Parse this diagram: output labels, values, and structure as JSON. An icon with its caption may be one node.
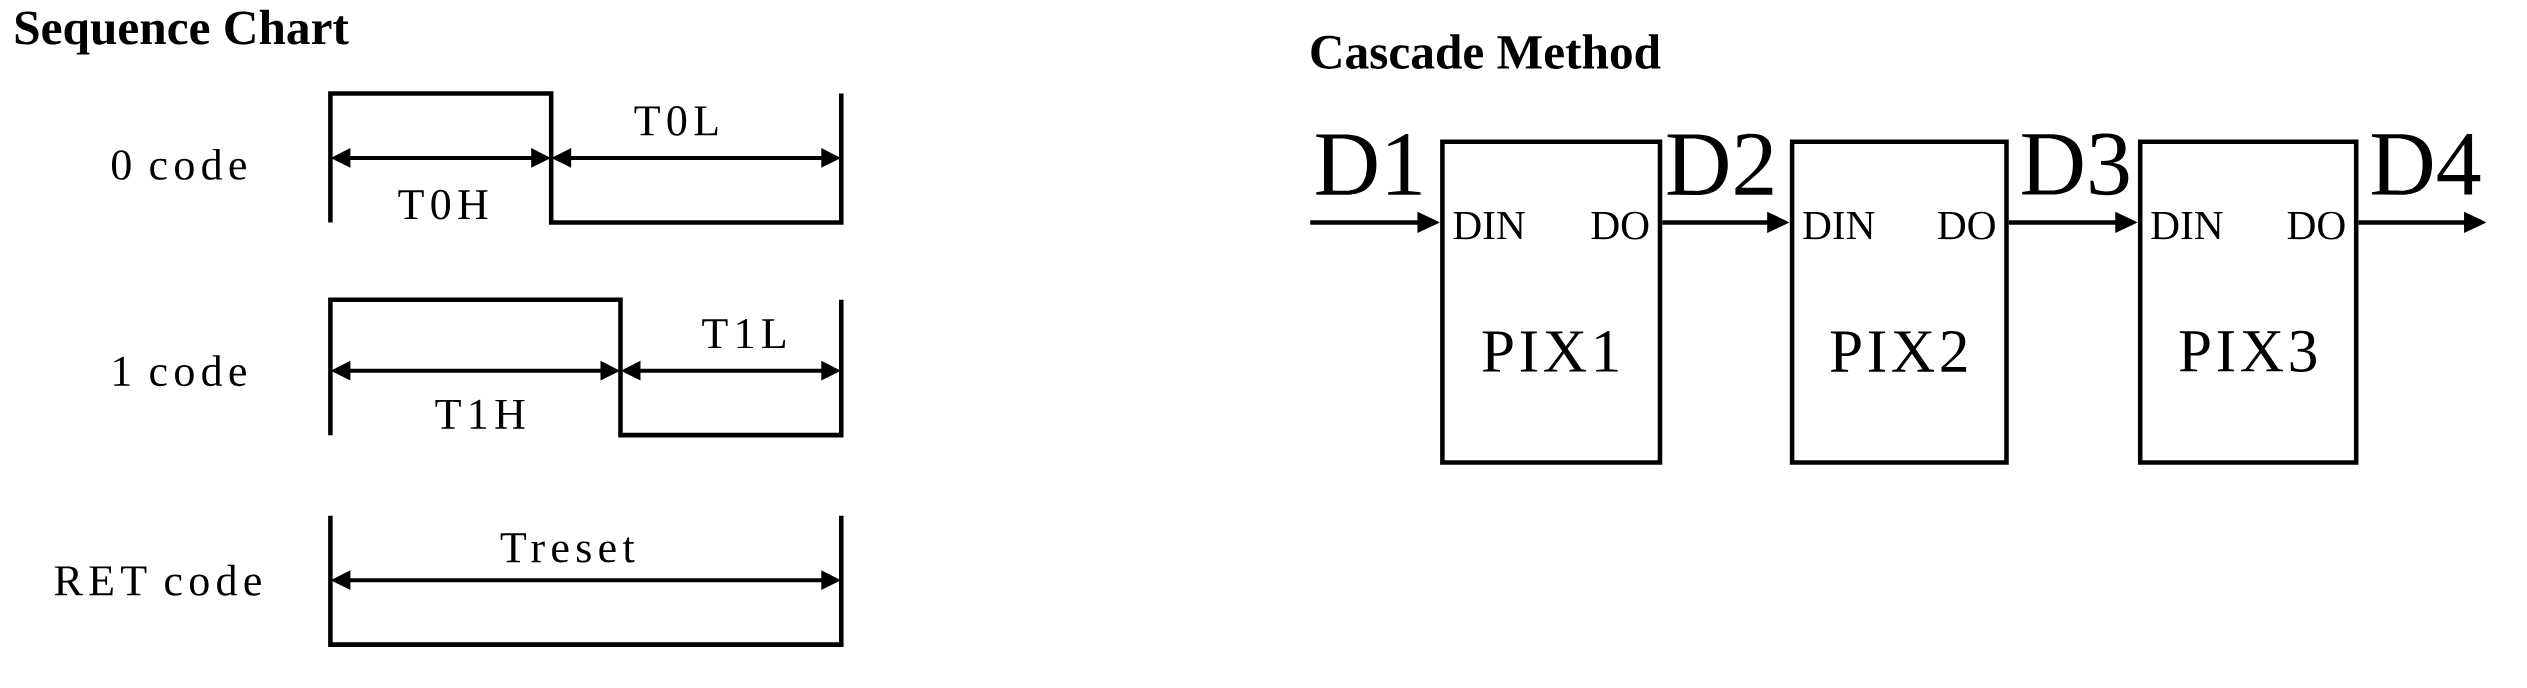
{
  "diagram": {
    "nodes": [
      {
        "text": [
          "DIN",
          "DO",
          "PIX1"
        ]
      },
      {
        "text": [
          "DIN",
          "DO",
          "PIX2"
        ]
      },
      {
        "text": [
          "DIN",
          "DO",
          "PIX3"
        ]
      }
    ],
    "edges": [
      {
        "from": null,
        "to": 0,
        "arrow": "to",
        "label": "D1"
      },
      {
        "from": 0,
        "to": 1,
        "arrow": "to",
        "label": "D2"
      },
      {
        "from": 1,
        "to": 2,
        "arrow": "to",
        "label": "D3"
      },
      {
        "from": 2,
        "to": null,
        "arrow": "to",
        "label": "D4"
      }
    ],
    "labels": [
      "Sequence Chart",
      "Cascade Method",
      "0 code",
      "T0L",
      "T0H",
      "1 code",
      "T1L",
      "T1H",
      "RET code",
      "Treset"
    ]
  }
}
